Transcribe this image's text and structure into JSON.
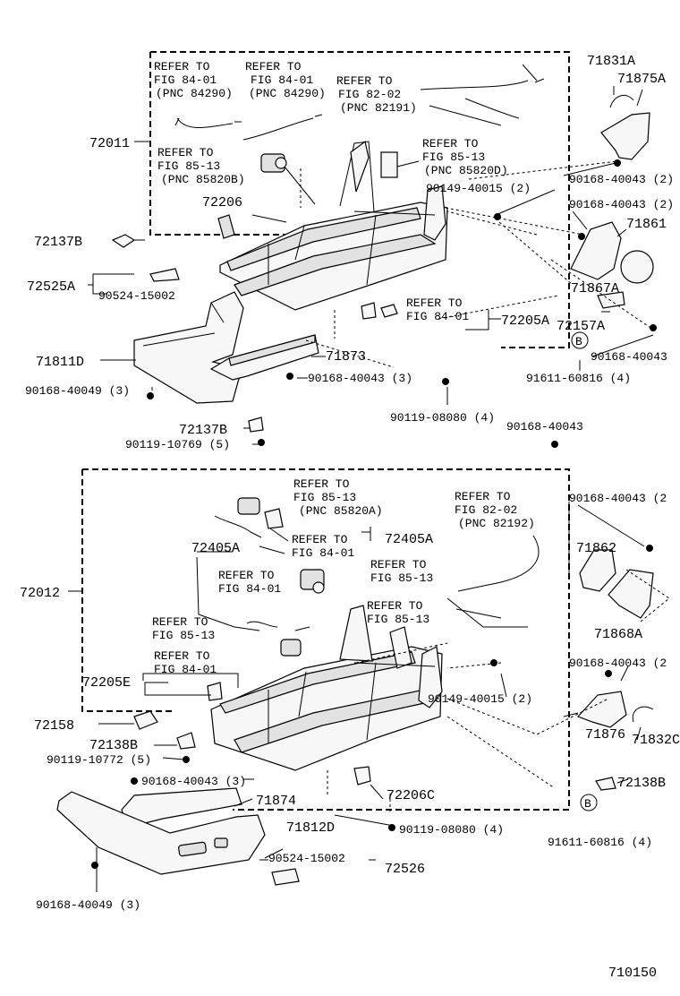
{
  "figure_number": "710150",
  "upper_assembly": {
    "assy": "72011",
    "refers": [
      {
        "line1": "REFER TO",
        "line2": "FIG 84-01",
        "line3": "(PNC 84290)"
      },
      {
        "line1": "REFER TO",
        "line2": "FIG 84-01",
        "line3": "(PNC 84290)"
      },
      {
        "line1": "REFER TO",
        "line2": "FIG 82-02",
        "line3": "(PNC 82191)"
      },
      {
        "line1": "REFER TO",
        "line2": "FIG 85-13",
        "line3": "(PNC 85820B)"
      },
      {
        "line1": "REFER TO",
        "line2": "FIG 85-13",
        "line3": "(PNC 85820D)"
      },
      {
        "line1": "REFER TO",
        "line2": "FIG 84-01",
        "line3": ""
      }
    ],
    "labels": {
      "p71831A": "71831A",
      "p71875A": "71875A",
      "p90168_40043_2a": "90168-40043 (2)",
      "p90149_40015_2": "90149-40015 (2)",
      "p90168_40043_2b": "90168-40043 (2)",
      "p71861": "71861",
      "p72206": "72206",
      "p72137B_a": "72137B",
      "p72525A": "72525A",
      "p90524_15002": "90524-15002",
      "p71867A": "71867A",
      "p72205A": "72205A",
      "p72157A": "72157A",
      "p90168_40043_r": "90168-40043",
      "p71873": "71873",
      "p71811D": "71811D",
      "p91611_60816_4": "91611-60816 (4)",
      "p90168_40043_3": "90168-40043 (3)",
      "p90168_40049_3": "90168-40049 (3)",
      "p90119_08080_4": "90119-08080 (4)",
      "p72137B_b": "72137B",
      "p90119_10769_5": "90119-10769 (5)",
      "p90168_40043_mid": "90168-40043",
      "circleB": "B"
    }
  },
  "lower_assembly": {
    "assy": "72012",
    "refers": [
      {
        "line1": "REFER TO",
        "line2": "FIG 85-13",
        "line3": "(PNC 85820A)"
      },
      {
        "line1": "REFER TO",
        "line2": "FIG 82-02",
        "line3": "(PNC 82192)"
      },
      {
        "line1": "REFER TO",
        "line2": "FIG 84-01",
        "line3": ""
      },
      {
        "line1": "REFER TO",
        "line2": "FIG 84-01",
        "line3": ""
      },
      {
        "line1": "REFER TO",
        "line2": "FIG 85-13",
        "line3": ""
      },
      {
        "line1": "REFER TO",
        "line2": "FIG 85-13",
        "line3": ""
      },
      {
        "line1": "REFER TO",
        "line2": "FIG 85-13",
        "line3": ""
      },
      {
        "line1": "REFER TO",
        "line2": "FIG 84-01",
        "line3": ""
      }
    ],
    "labels": {
      "p72405A_a": "72405A",
      "p72405A_b": "72405A",
      "p90168_40043_2a": "90168-40043 (2",
      "p71862": "71862",
      "p71868A": "71868A",
      "p72205E": "72205E",
      "p90168_40043_2b": "90168-40043 (2",
      "p90149_40015_2": "90149-40015 (2)",
      "p72158": "72158",
      "p72138B_a": "72138B",
      "p90119_10772_5": "90119-10772 (5)",
      "p71876": "71876",
      "p71832C": "71832C",
      "p90168_40043_3": "90168-40043 (3)",
      "p72206C": "72206C",
      "p72138B_b": "72138B",
      "p71874": "71874",
      "p71812D": "71812D",
      "p90119_08080_4": "90119-08080 (4)",
      "p91611_60816_4": "91611-60816 (4)",
      "p90524_15002": "90524-15002",
      "p72526": "72526",
      "p90168_40049_3": "90168-40049 (3)",
      "circleB": "B"
    }
  }
}
